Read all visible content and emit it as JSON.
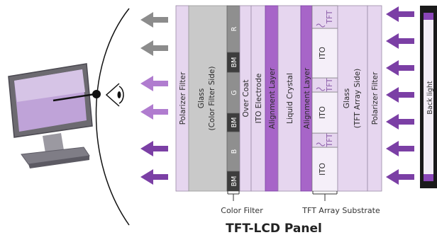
{
  "title": "TFT-LCD Panel",
  "layers": {
    "polarizer_left": "Polarizer Filter",
    "glass_cf_1": "Glass",
    "glass_cf_2": "(Color Filter Side)",
    "overcoat": "Over Coat",
    "ito_electrode": "ITO Electrode",
    "alignment_left": "Alignment Layer",
    "liquid_crystal": "Liquid Crystal",
    "alignment_right": "Alignment Layer",
    "glass_tft_1": "Glass",
    "glass_tft_2": "(TFT Array Side)",
    "polarizer_right": "Polarizer Filter",
    "backlight": "Back light"
  },
  "color_filter_cells": [
    "BM",
    "B",
    "BM",
    "G",
    "BM",
    "R"
  ],
  "tft_cells": [
    "ITO",
    "TFT",
    "ITO",
    "TFT",
    "ITO",
    "TFT"
  ],
  "captions": {
    "color_filter": "Color Filter",
    "tft_array": "TFT Array Substrate"
  },
  "colors": {
    "lavender": "#e6d6ef",
    "purple": "#7b3fa5",
    "mid_purple": "#b07ccf",
    "alignment": "#a765c8",
    "glass": "#c9c9c9",
    "gray_arrow": "#8c8c8c",
    "bm": "#3d3d3d",
    "filter": "#8f8f8f"
  }
}
